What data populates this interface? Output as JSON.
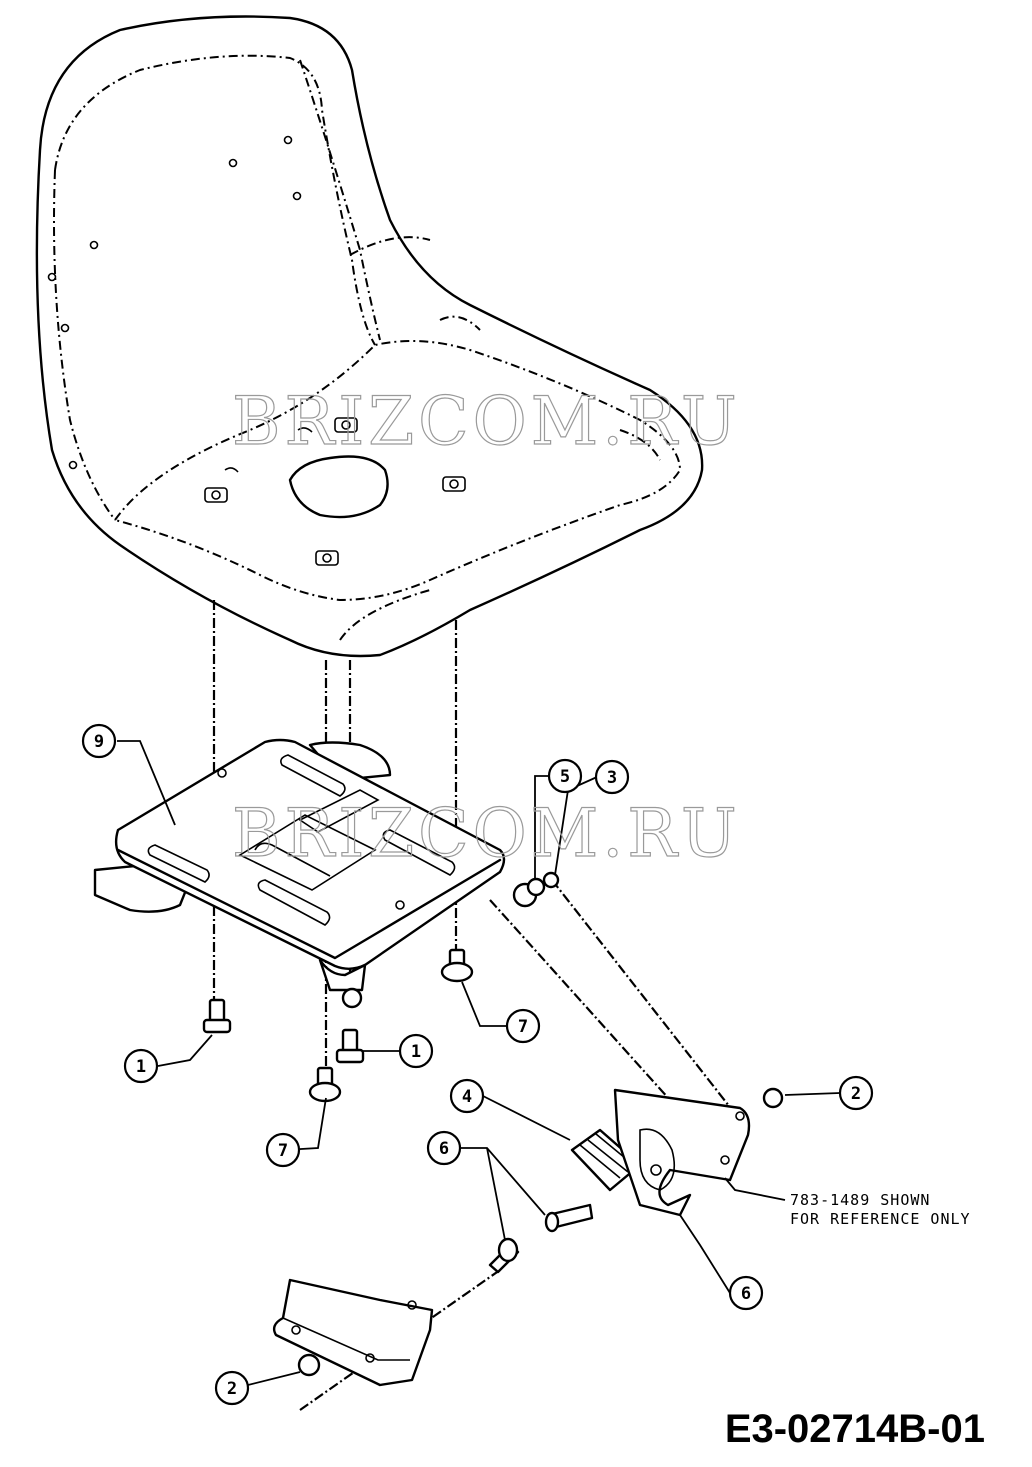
{
  "watermark": "BRIZCOM.RU",
  "reference_note": {
    "line1": "783-1489 SHOWN",
    "line2": "FOR REFERENCE ONLY"
  },
  "drawing_id": "E3-02714B-01",
  "callouts": [
    {
      "id": "callout-1a",
      "label": "1"
    },
    {
      "id": "callout-1b",
      "label": "1"
    },
    {
      "id": "callout-2a",
      "label": "2"
    },
    {
      "id": "callout-2b",
      "label": "2"
    },
    {
      "id": "callout-3",
      "label": "3"
    },
    {
      "id": "callout-4",
      "label": "4"
    },
    {
      "id": "callout-5",
      "label": "5"
    },
    {
      "id": "callout-6a",
      "label": "6"
    },
    {
      "id": "callout-6b",
      "label": "6"
    },
    {
      "id": "callout-7a",
      "label": "7"
    },
    {
      "id": "callout-7b",
      "label": "7"
    },
    {
      "id": "callout-9",
      "label": "9"
    }
  ]
}
